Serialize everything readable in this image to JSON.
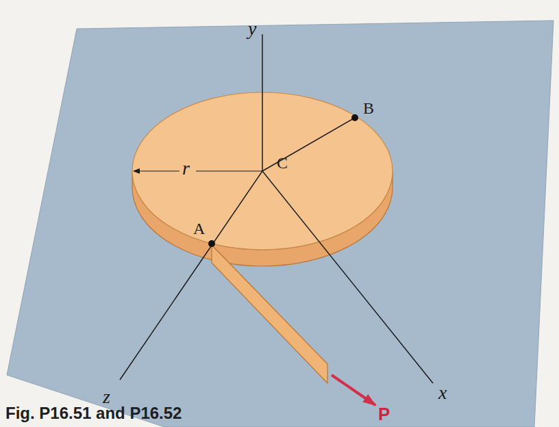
{
  "diagram": {
    "caption": "Fig. P16.51 and P16.52",
    "labels": [
      "y",
      "B",
      "r",
      "C",
      "A",
      "z",
      "x",
      "P"
    ]
  }
}
